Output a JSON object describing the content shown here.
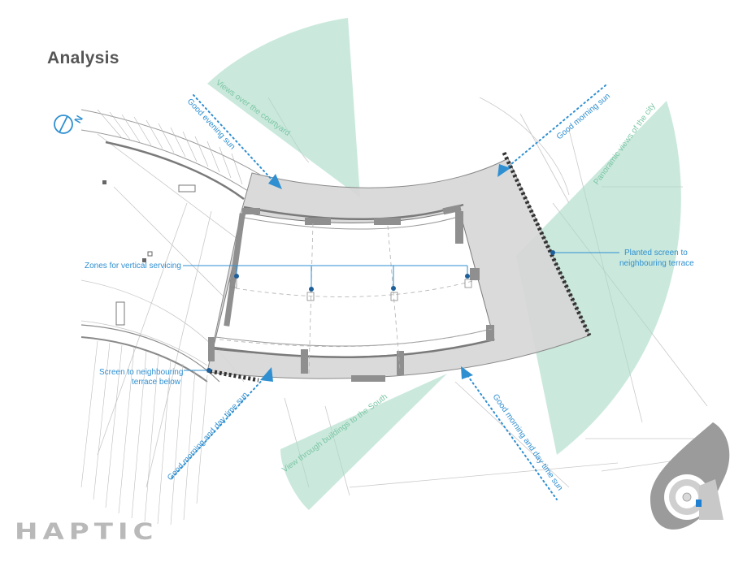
{
  "title": "Analysis",
  "brand": "HAPTIC",
  "colors": {
    "accent_blue": "#2f8fd1",
    "view_cone": "#a9dcc6",
    "paving": "#d6d6d6",
    "linework": "#9a9a9a"
  },
  "icons": {
    "north_arrow": "north-arrow-icon",
    "key_plan": "key-plan-icon"
  },
  "annotations": {
    "views_courtyard": "Views over the courtyard",
    "good_evening_sun": "Good evening sun",
    "good_morning_sun": "Good morning sun",
    "panoramic_views": "Panoramic views of the city",
    "planted_screen_1": "Planted screen to",
    "planted_screen_2": "neighbouring terrace",
    "zones_vertical": "Zones for vertical servicing",
    "screen_terrace_1": "Screen to neighbouring",
    "screen_terrace_2": "terrace below",
    "good_morning_day_left": "Good morning and day time sun",
    "view_south": "View through buildings to the South",
    "good_morning_day_right": "Good morning and day time sun"
  },
  "north_label": "N"
}
